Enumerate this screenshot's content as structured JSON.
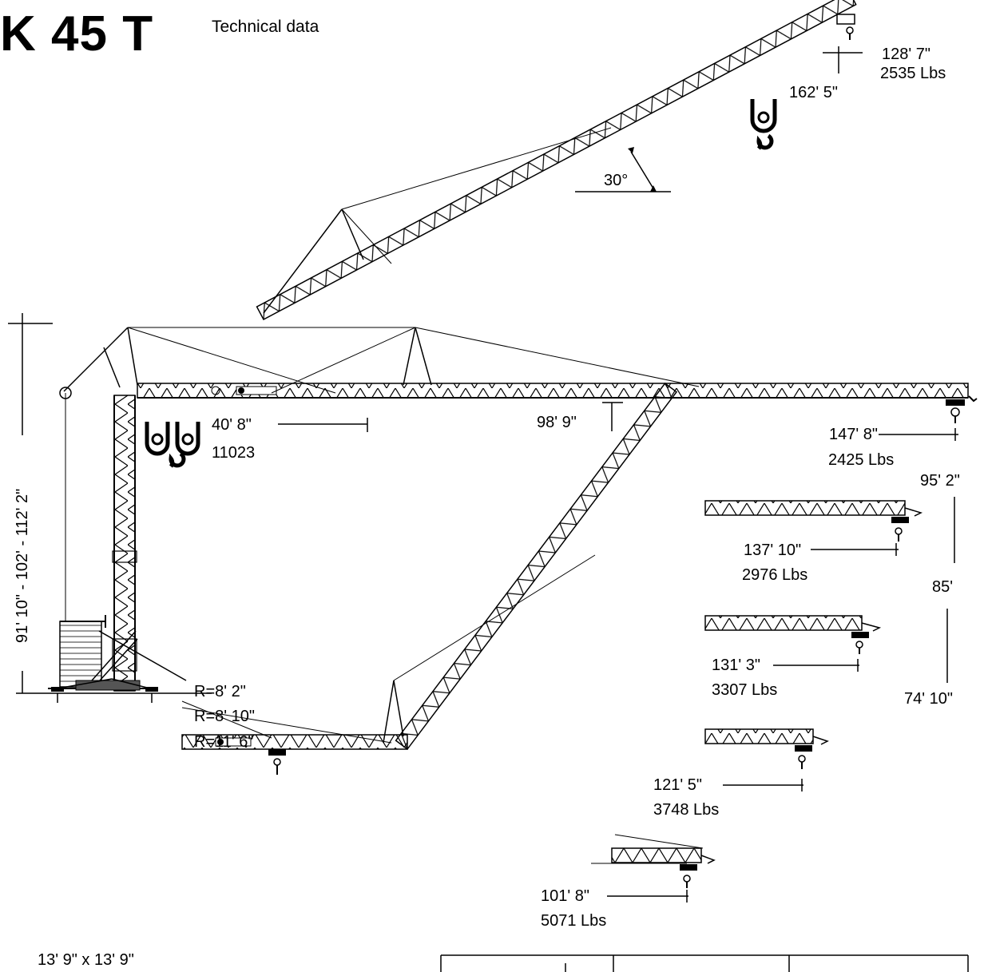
{
  "header": {
    "model": "K 45 T",
    "subtitle": "Technical data"
  },
  "labels": {
    "angle": "30°",
    "top_height": "162' 5\"",
    "top_radius": "128' 7\"",
    "top_load": "2535 Lbs",
    "double_radius": "40' 8\"",
    "double_load": "11023",
    "hook_height_main": "98' 9\"",
    "r147": "147' 8\"",
    "l147": "2425 Lbs",
    "h95": "95' 2\"",
    "r137": "137' 10\"",
    "l137": "2976 Lbs",
    "h85": "85'",
    "r131": "131' 3\"",
    "l131": "3307 Lbs",
    "h74": "74' 10\"",
    "r121": "121' 5\"",
    "l121": "3748 Lbs",
    "r101": "101' 8\"",
    "l101": "5071 Lbs",
    "tower_height": "91' 10\" - 102' - 112' 2\"",
    "tail_r1": "R=8' 2\"",
    "tail_r2": "R=8' 10\"",
    "tail_r3": "R=11' 6\"",
    "base": "13' 9\" x 13' 9\""
  }
}
